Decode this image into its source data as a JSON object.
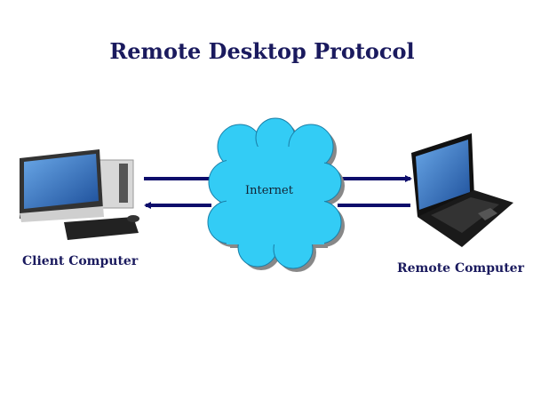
{
  "title": "Remote Desktop Protocol",
  "nodes": {
    "client": {
      "label": "Client Computer",
      "icon": "desktop-computer-icon"
    },
    "internet": {
      "label": "Internet",
      "icon": "cloud-icon"
    },
    "remote": {
      "label": "Remote Computer",
      "icon": "laptop-icon"
    }
  },
  "edges": [
    {
      "from": "client",
      "to": "remote",
      "via": "internet",
      "direction": "right"
    },
    {
      "from": "remote",
      "to": "client",
      "via": "internet",
      "direction": "left"
    }
  ],
  "colors": {
    "arrow": "#0d0d6b",
    "cloud": "#33ccf5",
    "text": "#1a1a5e"
  }
}
